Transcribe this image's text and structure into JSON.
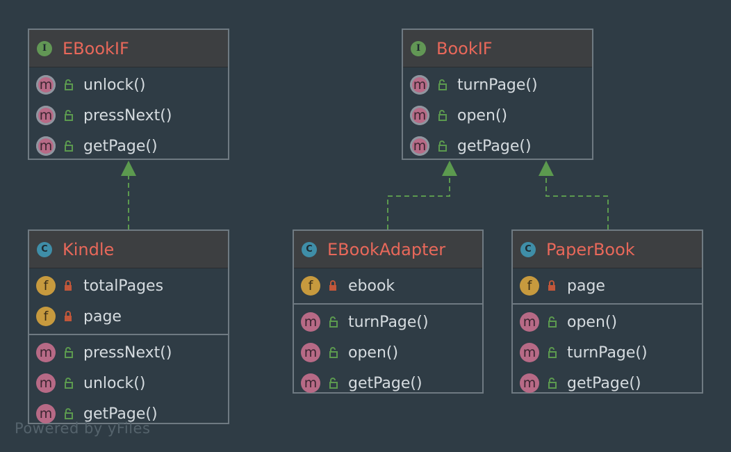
{
  "nodes": [
    {
      "id": "ebookif",
      "kind": "interface",
      "badge": "I",
      "title": "EBookIF",
      "fields": [],
      "methods": [
        {
          "name": "unlock()",
          "visibility": "public",
          "icon": "abstract-method"
        },
        {
          "name": "pressNext()",
          "visibility": "public",
          "icon": "abstract-method"
        },
        {
          "name": "getPage()",
          "visibility": "public",
          "icon": "abstract-method"
        }
      ]
    },
    {
      "id": "bookif",
      "kind": "interface",
      "badge": "I",
      "title": "BookIF",
      "fields": [],
      "methods": [
        {
          "name": "turnPage()",
          "visibility": "public",
          "icon": "abstract-method"
        },
        {
          "name": "open()",
          "visibility": "public",
          "icon": "abstract-method"
        },
        {
          "name": "getPage()",
          "visibility": "public",
          "icon": "abstract-method"
        }
      ]
    },
    {
      "id": "kindle",
      "kind": "class",
      "badge": "C",
      "title": "Kindle",
      "fields": [
        {
          "name": "totalPages",
          "visibility": "private",
          "icon": "field"
        },
        {
          "name": "page",
          "visibility": "private",
          "icon": "field"
        }
      ],
      "methods": [
        {
          "name": "pressNext()",
          "visibility": "public",
          "icon": "method"
        },
        {
          "name": "unlock()",
          "visibility": "public",
          "icon": "method"
        },
        {
          "name": "getPage()",
          "visibility": "public",
          "icon": "method"
        }
      ]
    },
    {
      "id": "ebookadapter",
      "kind": "class",
      "badge": "C",
      "title": "EBookAdapter",
      "fields": [
        {
          "name": "ebook",
          "visibility": "private",
          "icon": "field"
        }
      ],
      "methods": [
        {
          "name": "turnPage()",
          "visibility": "public",
          "icon": "method"
        },
        {
          "name": "open()",
          "visibility": "public",
          "icon": "method"
        },
        {
          "name": "getPage()",
          "visibility": "public",
          "icon": "method"
        }
      ]
    },
    {
      "id": "paperbook",
      "kind": "class",
      "badge": "C",
      "title": "PaperBook",
      "fields": [
        {
          "name": "page",
          "visibility": "private",
          "icon": "field"
        }
      ],
      "methods": [
        {
          "name": "open()",
          "visibility": "public",
          "icon": "method"
        },
        {
          "name": "turnPage()",
          "visibility": "public",
          "icon": "method"
        },
        {
          "name": "getPage()",
          "visibility": "public",
          "icon": "method"
        }
      ]
    }
  ],
  "edges": [
    {
      "from": "kindle",
      "to": "ebookif",
      "type": "realization"
    },
    {
      "from": "ebookadapter",
      "to": "bookif",
      "type": "realization"
    },
    {
      "from": "paperbook",
      "to": "bookif",
      "type": "realization"
    }
  ],
  "watermark": "Powered by yFiles",
  "colors": {
    "background": "#2f3c45",
    "header": "#3d3f41",
    "border": "#6f7a82",
    "title": "#e8685a",
    "text": "#d6dce0",
    "interface_badge": "#629755",
    "class_badge": "#3f8ea8",
    "method_icon": "#b76a86",
    "field_icon": "#c79a3e",
    "edge": "#5c9a4f",
    "public_lock": "#5c9a4f",
    "private_lock": "#c2573a"
  }
}
